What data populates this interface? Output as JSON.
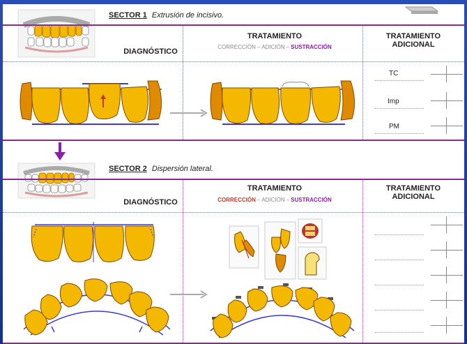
{
  "sector1": {
    "number": "SECTOR 1",
    "description": "Extrusión de incisivo.",
    "diagnosis_header": "DIAGNÓSTICO",
    "treatment_header": "TRATAMIENTO",
    "modifiers": {
      "correction": "CORRECCIÓN",
      "sep1": "–",
      "addition": "ADICIÓN",
      "sep2": "–",
      "subtraction": "SUSTRACCIÓN"
    },
    "additional_header_1": "TRATAMIENTO",
    "additional_header_2": "ADICIONAL",
    "additional_items": [
      "TC",
      "Imp",
      "PM"
    ]
  },
  "sector2": {
    "number": "SECTOR 2",
    "description": "Dispersión lateral.",
    "diagnosis_header": "DIAGNÓSTICO",
    "treatment_header": "TRATAMIENTO",
    "modifiers": {
      "correction": "CORRECCIÓN",
      "sep1": "–",
      "addition": "ADICIÓN",
      "sep2": "–",
      "subtraction": "SUSTRACCIÓN"
    },
    "additional_header_1": "TRATAMIENTO",
    "additional_header_2": "ADICIONAL"
  },
  "colors": {
    "purple": "#8a2b8c",
    "subtraction": "#8b1fa8",
    "correction": "#c0392b",
    "tooth": "#f5b800",
    "tooth_dark": "#e08a00",
    "guide": "#3b3bd6"
  }
}
